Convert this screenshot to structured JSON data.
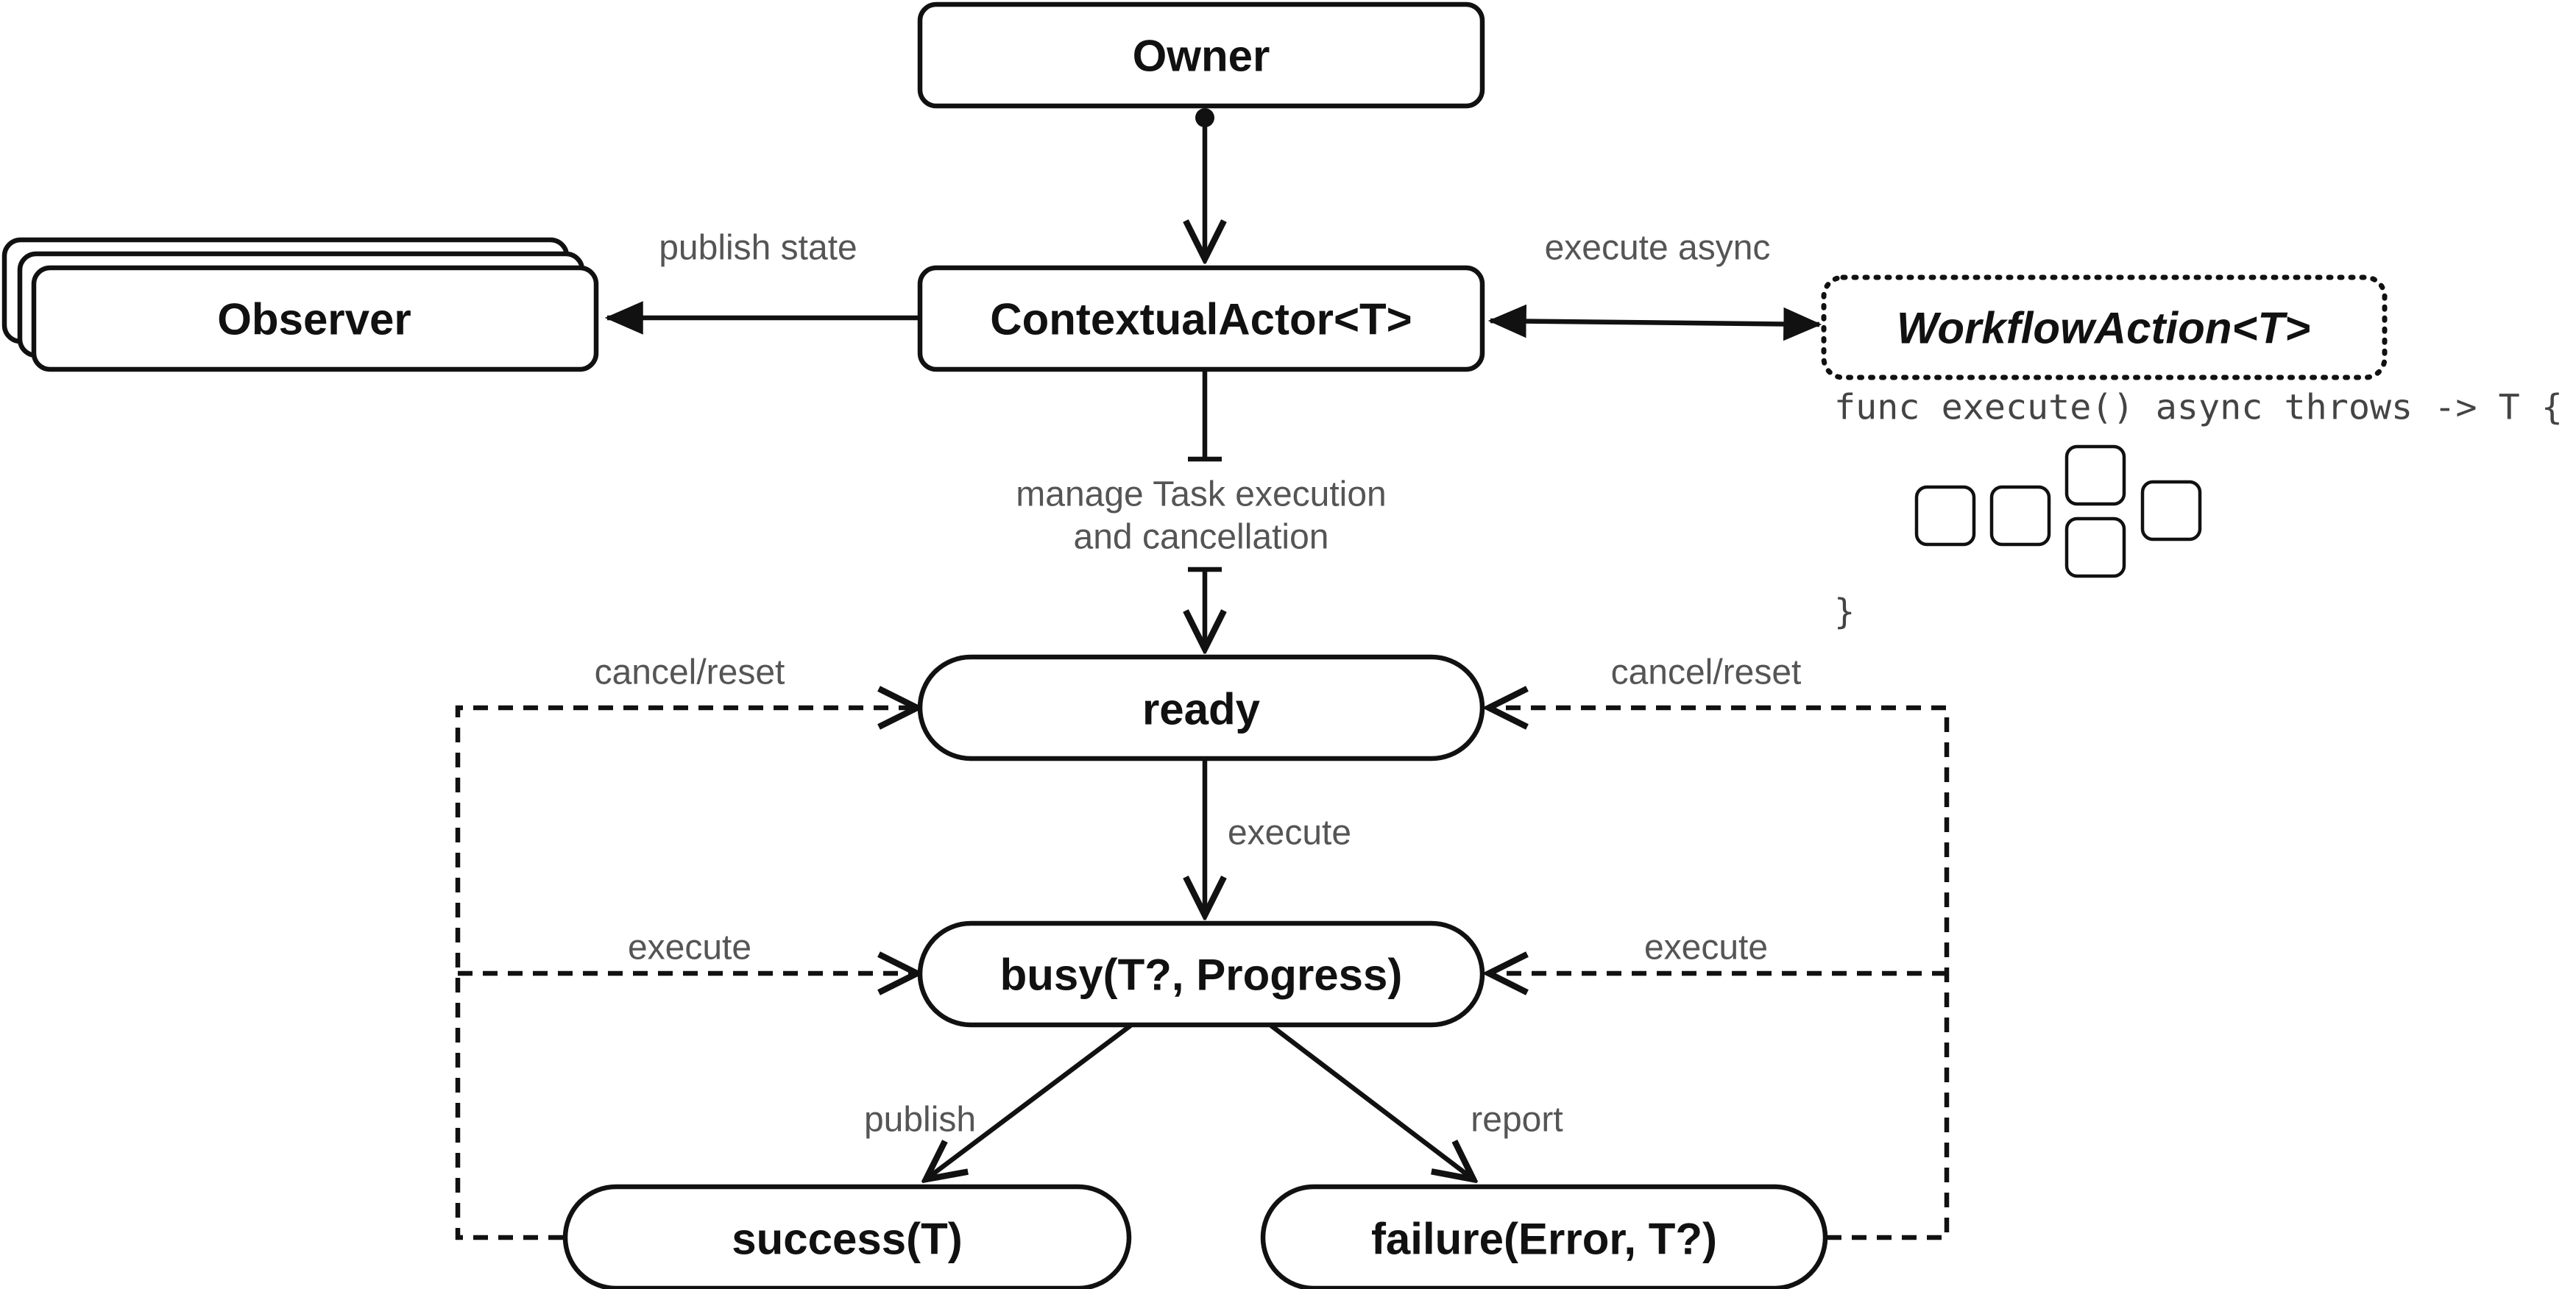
{
  "nodes": {
    "owner": "Owner",
    "contextual_actor": "ContextualActor<T>",
    "observer": "Observer",
    "workflow_action": "WorkflowAction<T>",
    "ready": "ready",
    "busy": "busy(T?, Progress)",
    "success": "success(T)",
    "failure": "failure(Error, T?)"
  },
  "edge_labels": {
    "publish_state": "publish state",
    "execute_async": "execute async",
    "manage_line1": "manage Task execution",
    "manage_line2": "and cancellation",
    "cancel_reset_left": "cancel/reset",
    "cancel_reset_right": "cancel/reset",
    "execute_center": "execute",
    "execute_left": "execute",
    "execute_right": "execute",
    "publish": "publish",
    "report": "report"
  },
  "code": {
    "signature": "func execute() async throws -> T {",
    "closing_brace": "}"
  }
}
